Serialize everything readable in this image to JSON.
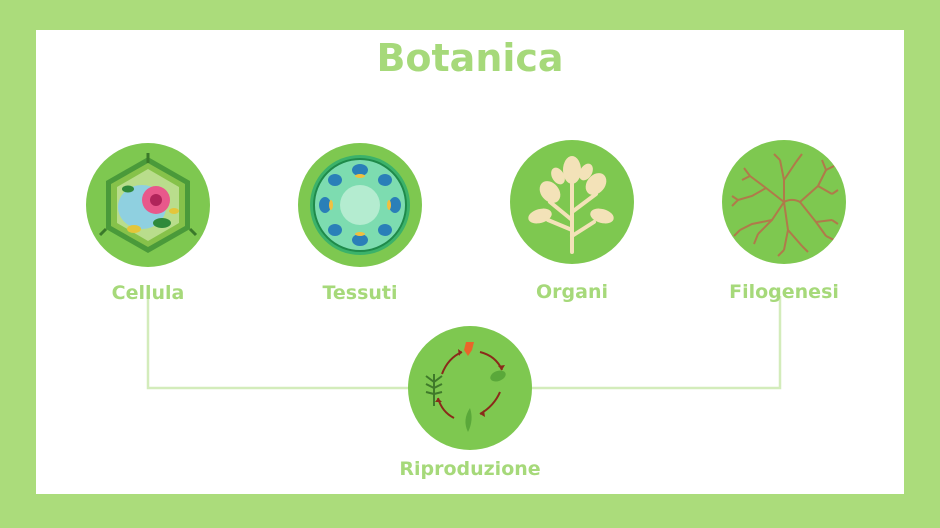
{
  "title": "Botanica",
  "nodes": {
    "cellula": "Cellula",
    "tessuti": "Tessuti",
    "organi": "Organi",
    "filogenesi": "Filogenesi",
    "riproduzione": "Riproduzione"
  },
  "colors": {
    "background": "#abdc7b",
    "title": "#a6d97a",
    "circle": "#7ec850",
    "connector": "#d3ecbb"
  },
  "icons": {
    "cellula": "plant-cell-icon",
    "tessuti": "tissue-cross-section-icon",
    "organi": "tree-icon",
    "filogenesi": "phylogenetic-tree-icon",
    "riproduzione": "life-cycle-icon"
  }
}
